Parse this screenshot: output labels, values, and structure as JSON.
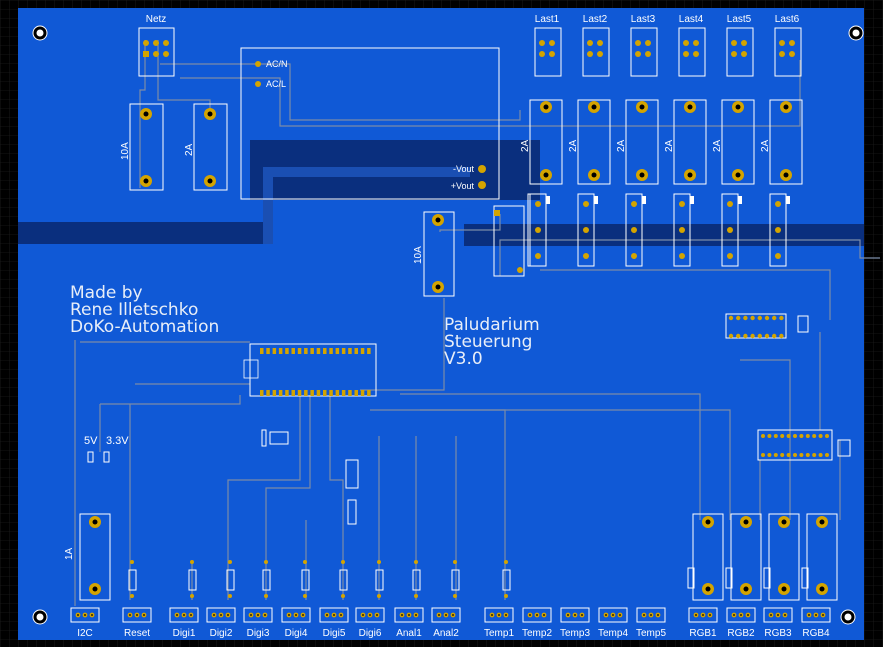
{
  "board": {
    "colors": {
      "substrate": "#000000",
      "copper_fill": "#1059d6",
      "copper_dark": "#0a2f7e",
      "trace": "#134fbd",
      "trace_outline": "#7b8ca8",
      "silkscreen": "#ffffff",
      "pad": "#d4a400",
      "grid": "#2a2a2a"
    },
    "credit": {
      "line1": "Made by",
      "line2": "Rene Illetschko",
      "line3": "DoKo-Automation"
    },
    "project": {
      "line1": "Paludarium",
      "line2": "Steuerung",
      "line3": "V3.0"
    },
    "power_label": "Netz",
    "psu_pins": [
      "AC/N",
      "AC/L",
      "-Vout",
      "+Vout"
    ],
    "fuse_labels": {
      "main": "10A",
      "aux": "2A",
      "psu_out": "10A",
      "small": "1A"
    },
    "voltage_labels": [
      "5V",
      "3.3V"
    ],
    "relay_fuse_label": "2A",
    "load_outputs": [
      "Last1",
      "Last2",
      "Last3",
      "Last4",
      "Last5",
      "Last6"
    ],
    "bottom_connectors": [
      "I2C",
      "Reset",
      "Digi1",
      "Digi2",
      "Digi3",
      "Digi4",
      "Digi5",
      "Digi6",
      "Anal1",
      "Anal2",
      "Temp1",
      "Temp2",
      "Temp3",
      "Temp4",
      "Temp5",
      "RGB1",
      "RGB2",
      "RGB3",
      "RGB4"
    ]
  }
}
